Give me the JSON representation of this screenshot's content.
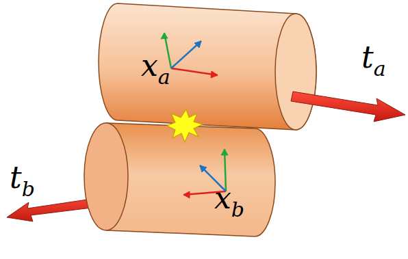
{
  "diagram": {
    "labels": [
      "xa",
      "ta",
      "tb",
      "xb"
    ]
  }
}
